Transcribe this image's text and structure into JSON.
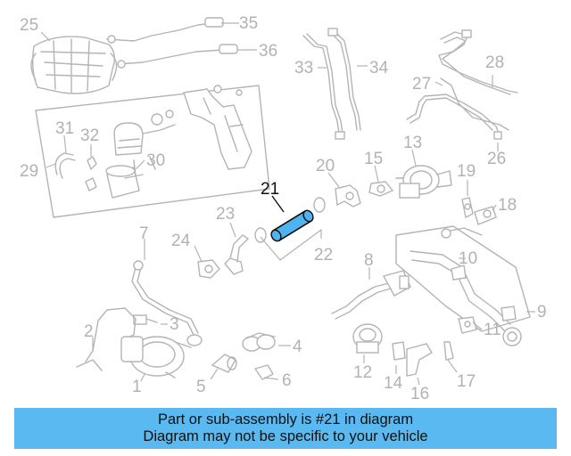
{
  "diagram": {
    "highlight_color": "#4fb3f0",
    "line_color": "#b4b4b4",
    "highlighted_part": "21",
    "callouts": [
      {
        "id": "1",
        "label": "1"
      },
      {
        "id": "2",
        "label": "2"
      },
      {
        "id": "3",
        "label": "3"
      },
      {
        "id": "4",
        "label": "4"
      },
      {
        "id": "5",
        "label": "5"
      },
      {
        "id": "6",
        "label": "6"
      },
      {
        "id": "7",
        "label": "7"
      },
      {
        "id": "8",
        "label": "8"
      },
      {
        "id": "9",
        "label": "9"
      },
      {
        "id": "10",
        "label": "10"
      },
      {
        "id": "11",
        "label": "11"
      },
      {
        "id": "12",
        "label": "12"
      },
      {
        "id": "13",
        "label": "13"
      },
      {
        "id": "14",
        "label": "14"
      },
      {
        "id": "15",
        "label": "15"
      },
      {
        "id": "16",
        "label": "16"
      },
      {
        "id": "17",
        "label": "17"
      },
      {
        "id": "18",
        "label": "18"
      },
      {
        "id": "19",
        "label": "19"
      },
      {
        "id": "20",
        "label": "20"
      },
      {
        "id": "21",
        "label": "21"
      },
      {
        "id": "22",
        "label": "22"
      },
      {
        "id": "23",
        "label": "23"
      },
      {
        "id": "24",
        "label": "24"
      },
      {
        "id": "25",
        "label": "25"
      },
      {
        "id": "26",
        "label": "26"
      },
      {
        "id": "27",
        "label": "27"
      },
      {
        "id": "28",
        "label": "28"
      },
      {
        "id": "29",
        "label": "29"
      },
      {
        "id": "30",
        "label": "30"
      },
      {
        "id": "31",
        "label": "31"
      },
      {
        "id": "32",
        "label": "32"
      },
      {
        "id": "33",
        "label": "33"
      },
      {
        "id": "34",
        "label": "34"
      },
      {
        "id": "35",
        "label": "35"
      },
      {
        "id": "36",
        "label": "36"
      }
    ]
  },
  "info_bar": {
    "line1": "Part or sub-assembly is #21 in diagram",
    "line2": "Diagram may not be specific to your vehicle",
    "background": "#5ab9f0"
  }
}
